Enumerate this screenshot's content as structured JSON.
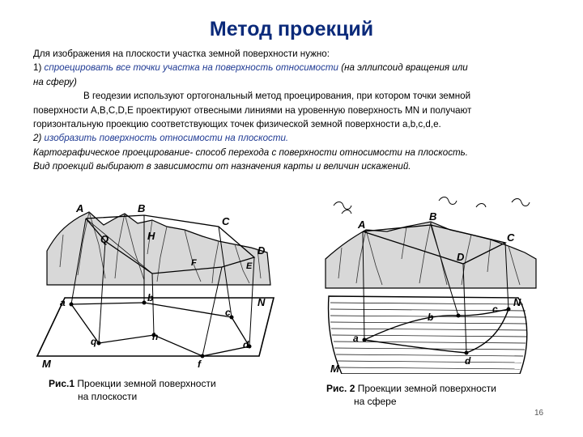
{
  "title": "Метод проекций",
  "text": {
    "l1": "Для изображения на плоскости участка земной поверхности нужно:",
    "l2_prefix": "1)   ",
    "l2_blue": "спроецировать все точки участка на поверхность относимости",
    "l2_suffix": " (на эллипсоид вращения или",
    "l3": "на сферу)",
    "l4": "В геодезии используют ортогональный метод проецирования, при котором точки земной",
    "l5": "поверхности A,B,C,D,E проектируют отвесными линиями на уровенную поверхность MN и получают",
    "l6": "горизонтальную проекцию соответствующих точек физической земной поверхности a,b,c,d,e.",
    "l7_prefix": "2) ",
    "l7_blue": "изобразить поверхность относимости на плоскости.",
    "l8": "Картографическое проецирование- способ перехода с поверхности относимости на плоскость.",
    "l9": "Вид проекций выбирают в зависимости от назначения карты и величин искажений."
  },
  "fig1": {
    "upper_labels": [
      "A",
      "B",
      "C",
      "Q",
      "H",
      "D",
      "E",
      "F"
    ],
    "lower_labels": [
      "a",
      "b",
      "c",
      "q",
      "h",
      "f",
      "d",
      "N",
      "M"
    ],
    "caption_bold": "Рис.1",
    "caption_rest": " Проекции земной поверхности",
    "caption_line2": "на плоскости"
  },
  "fig2": {
    "upper_labels": [
      "A",
      "B",
      "C",
      "D"
    ],
    "lower_labels": [
      "a",
      "b",
      "c",
      "d",
      "N",
      "M"
    ],
    "caption_bold": "Рис. 2",
    "caption_rest": " Проекции земной поверхности",
    "caption_line2": "на сфере"
  },
  "page_number": "16",
  "colors": {
    "title": "#0b2a7a",
    "highlight": "#1f3a93"
  }
}
